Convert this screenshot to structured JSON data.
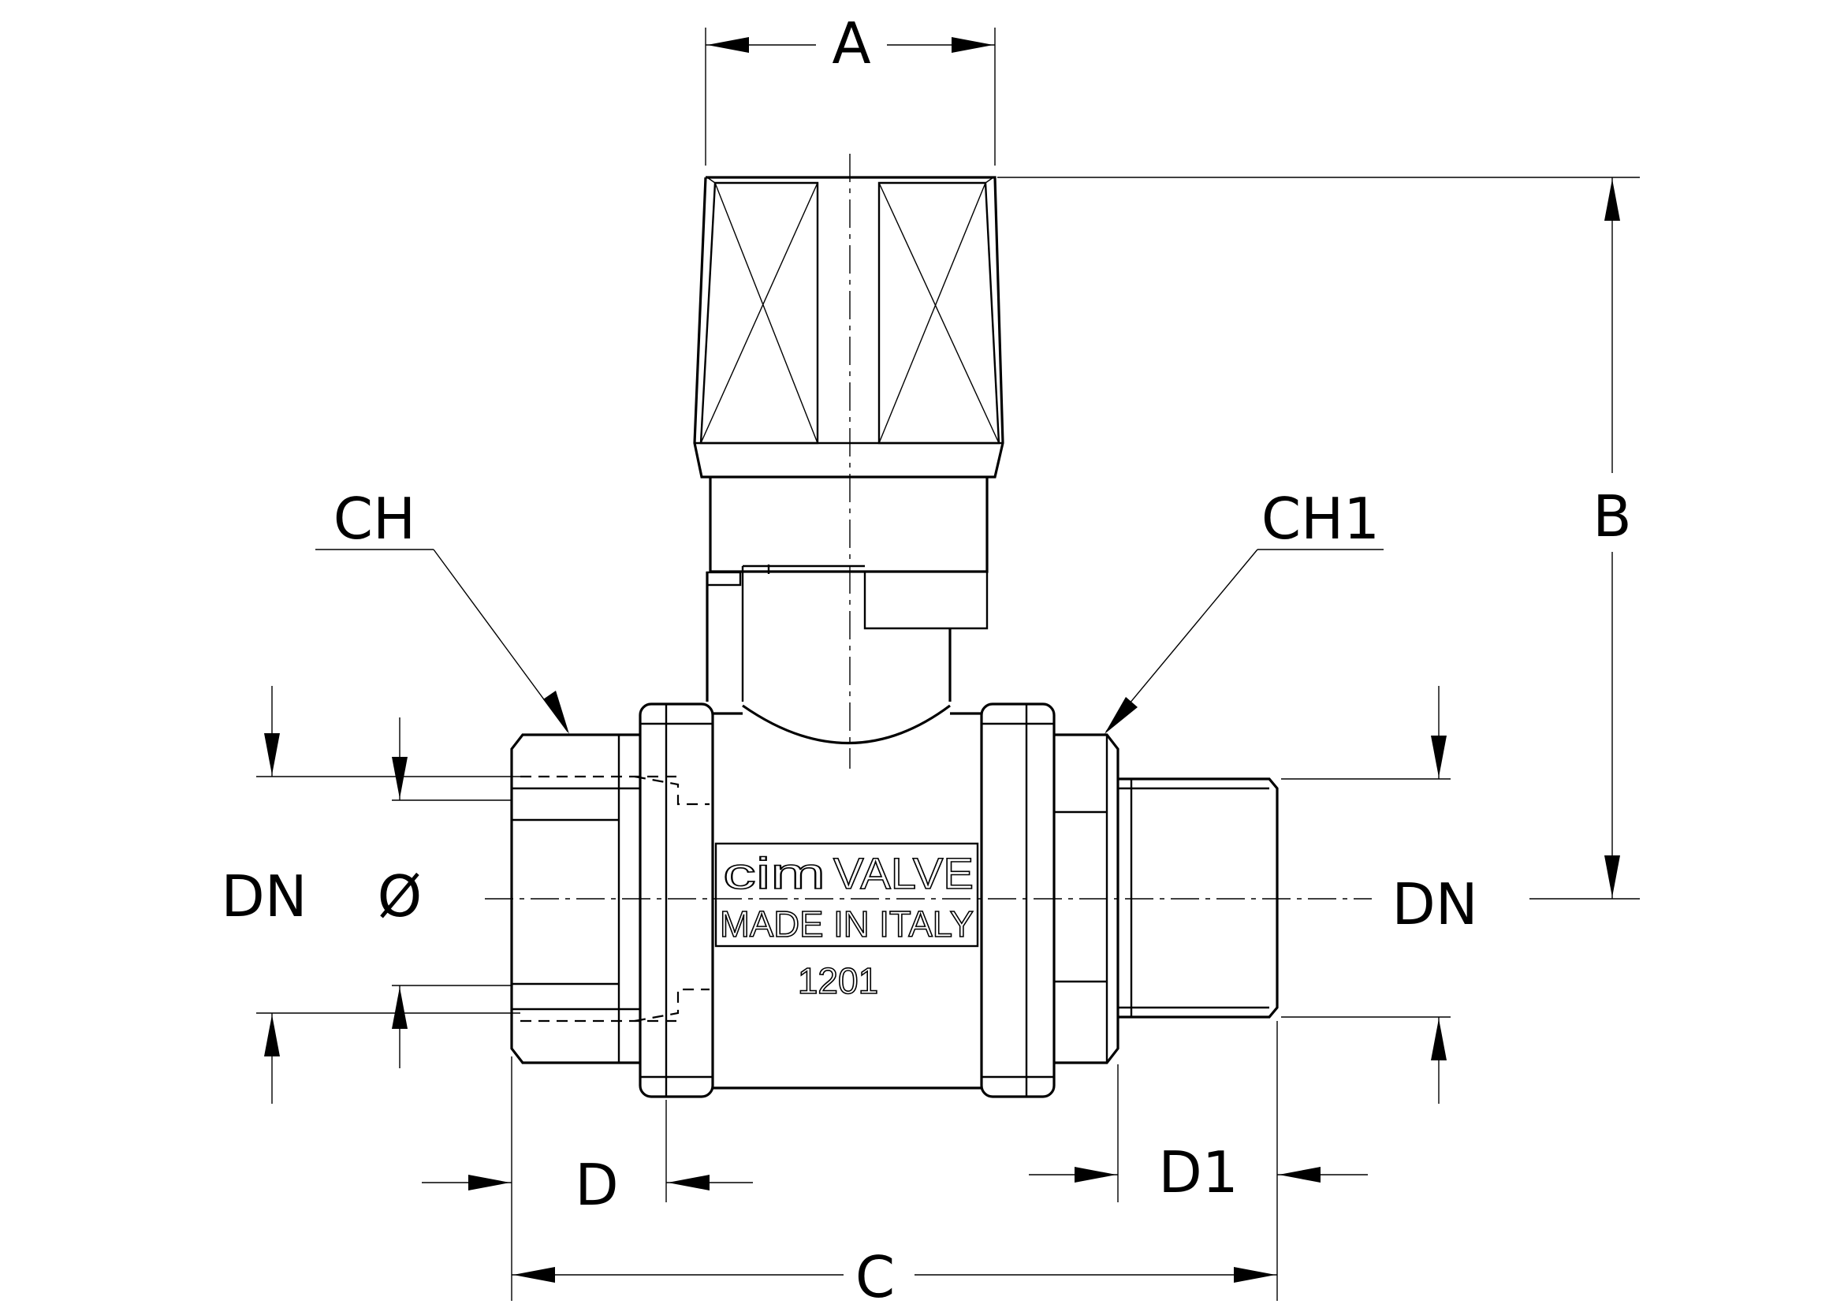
{
  "drawing": {
    "dimension_labels": {
      "a": "A",
      "b": "B",
      "c": "C",
      "d": "D",
      "d1": "D1",
      "ch": "CH",
      "ch1": "CH1",
      "dn_left": "DN",
      "dn_right": "DN",
      "diameter": "Ø"
    },
    "body_marking": {
      "brand": "cim",
      "product": "VALVE",
      "origin": "MADE IN ITALY",
      "code": "1201"
    }
  }
}
